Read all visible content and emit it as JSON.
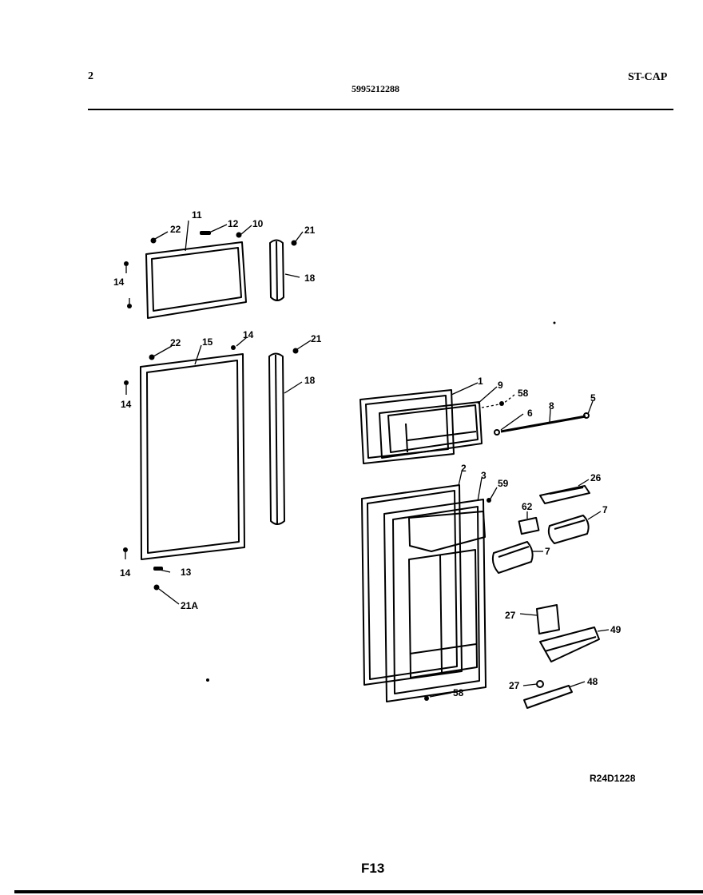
{
  "header": {
    "page_number": "2",
    "model_number": "5995212288",
    "section_code": "ST-CAP"
  },
  "diagram": {
    "callouts": [
      {
        "key": "c11",
        "text": "11"
      },
      {
        "key": "c12",
        "text": "12"
      },
      {
        "key": "c10",
        "text": "10"
      },
      {
        "key": "c22a",
        "text": "22"
      },
      {
        "key": "c14a",
        "text": "14"
      },
      {
        "key": "c21a",
        "text": "21"
      },
      {
        "key": "c18a",
        "text": "18"
      },
      {
        "key": "c22b",
        "text": "22"
      },
      {
        "key": "c15",
        "text": "15"
      },
      {
        "key": "c14b",
        "text": "14"
      },
      {
        "key": "c21b",
        "text": "21"
      },
      {
        "key": "c14c",
        "text": "14"
      },
      {
        "key": "c18b",
        "text": "18"
      },
      {
        "key": "c14d",
        "text": "14"
      },
      {
        "key": "c13",
        "text": "13"
      },
      {
        "key": "c21A",
        "text": "21A"
      },
      {
        "key": "c1",
        "text": "1"
      },
      {
        "key": "c9",
        "text": "9"
      },
      {
        "key": "c58a",
        "text": "58"
      },
      {
        "key": "c6",
        "text": "6"
      },
      {
        "key": "c8",
        "text": "8"
      },
      {
        "key": "c5",
        "text": "5"
      },
      {
        "key": "c2",
        "text": "2"
      },
      {
        "key": "c3",
        "text": "3"
      },
      {
        "key": "c59",
        "text": "59"
      },
      {
        "key": "c26",
        "text": "26"
      },
      {
        "key": "c62",
        "text": "62"
      },
      {
        "key": "c7a",
        "text": "7"
      },
      {
        "key": "c7b",
        "text": "7"
      },
      {
        "key": "c27a",
        "text": "27"
      },
      {
        "key": "c49",
        "text": "49"
      },
      {
        "key": "c27b",
        "text": "27"
      },
      {
        "key": "c48",
        "text": "48"
      },
      {
        "key": "c58b",
        "text": "58"
      }
    ]
  },
  "footer": {
    "diagram_ref": "R24D1228",
    "figure_label": "F13"
  }
}
